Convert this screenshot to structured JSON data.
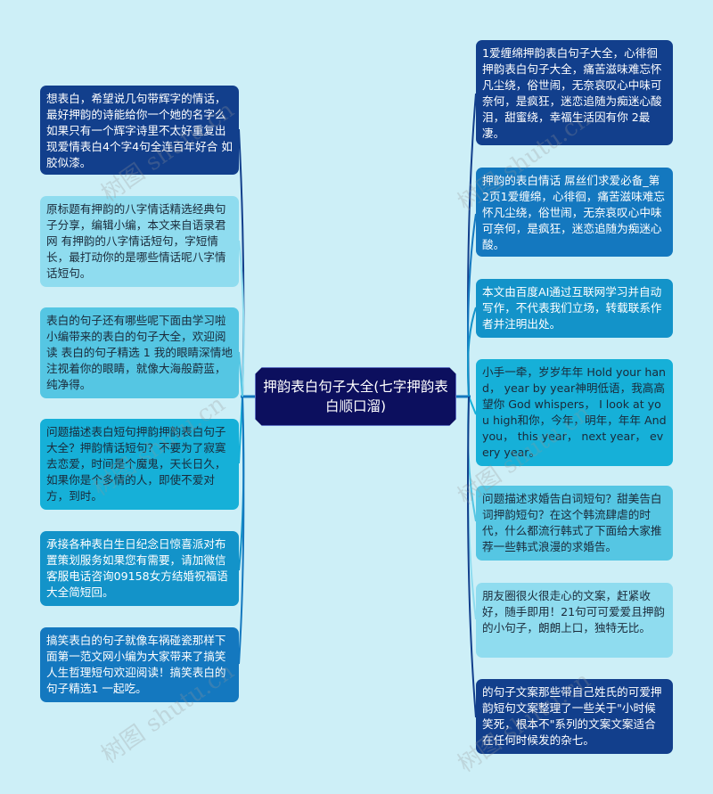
{
  "center": {
    "title": "押韵表白句子大全(七字押韵表白顺口溜)",
    "color": "#0c0f5e"
  },
  "left_nodes": [
    {
      "text": "想表白，希望说几句带辉字的情话，最好押韵的诗能给你一个她的名字么如果只有一个辉字诗里不太好重复出现爱情表白4个字4句全连百年好合 如胶似漆。",
      "bg": "#123f8c",
      "fg": "#ffffff"
    },
    {
      "text": "原标题有押韵的八字情话精选经典句子分享，编辑小编，本文来自语录君网 有押韵的八字情话短句，字短情长，最打动你的是哪些情话呢八字情话短句。",
      "bg": "#8fdcef",
      "fg": "#1a2a3a"
    },
    {
      "text": "表白的句子还有哪些呢下面由学习啦小编带来的表白的句子大全，欢迎阅读 表白的句子精选 1 我的眼睛深情地注视着你的眼睛，就像大海般蔚蓝，纯净得。",
      "bg": "#55c6e3",
      "fg": "#1a2a3a"
    },
    {
      "text": "问题描述表白短句押韵押韵表白句子大全？押韵情话短句？不要为了寂寞去恋爱，时间是个魔鬼，天长日久，如果你是个多情的人，即使不爱对方，到时。",
      "bg": "#16b0d8",
      "fg": "#1a2a3a"
    },
    {
      "text": "承接各种表白生日纪念日惊喜派对布置策划服务如果您有需要，请加微信客服电话咨询09158女方结婚祝福语大全简短回。",
      "bg": "#1393c9",
      "fg": "#ffffff"
    },
    {
      "text": "搞笑表白的句子就像车祸碰瓷那样下面第一范文网小编为大家带来了搞笑人生哲理短句欢迎阅读！搞笑表白的句子精选1 一起吃。",
      "bg": "#1478bf",
      "fg": "#ffffff"
    }
  ],
  "right_nodes": [
    {
      "text": "1爱缠绵押韵表白句子大全，心徘徊押韵表白句子大全，痛苦滋味难忘怀凡尘绕，俗世闹，无奈哀叹心中味可奈何，是疯狂，迷恋追随为痴迷心酸泪，甜蜜绕，幸福生活因有你 2最凄。",
      "bg": "#123f8c",
      "fg": "#ffffff"
    },
    {
      "text": "押韵的表白情话 屌丝们求爱必备_第2页1爱缠绵，心徘徊，痛苦滋味难忘怀凡尘绕，俗世闹，无奈哀叹心中味可奈何，是疯狂，迷恋追随为痴迷心酸。",
      "bg": "#1478bf",
      "fg": "#ffffff"
    },
    {
      "text": "本文由百度AI通过互联网学习并自动写作，不代表我们立场，转载联系作者并注明出处。",
      "bg": "#1393c9",
      "fg": "#ffffff"
    },
    {
      "text": "小手一牵，岁岁年年 Hold your hand， year by year神明低语，我高高望你 God whispers， I look at you high和你，今年，明年，年年 And you， this year， next year， every year。",
      "bg": "#16b0d8",
      "fg": "#1a2a3a"
    },
    {
      "text": "问题描述求婚告白词短句？甜美告白词押韵短句？在这个韩流肆虐的时代，什么都流行韩式了下面给大家推荐一些韩式浪漫的求婚告。",
      "bg": "#55c6e3",
      "fg": "#1a2a3a"
    },
    {
      "text": "朋友圈很火很走心的文案，赶紧收好，随手即用！21句可可爱爱且押韵的小句子，朗朗上口，独特无比。",
      "bg": "#8fdcef",
      "fg": "#1a2a3a"
    },
    {
      "text": "的句子文案那些带自己姓氏的可爱押韵短句文案整理了一些关于\"小时候笑死，根本不\"系列的文案文案适合在任何时候发的杂七。",
      "bg": "#123f8c",
      "fg": "#ffffff"
    }
  ],
  "watermark": {
    "text": "树图 shutu.cn"
  },
  "colors": {
    "background": "#cdeff7",
    "connector_dark": "#123f8c",
    "connector_light": "#16b0d8"
  }
}
